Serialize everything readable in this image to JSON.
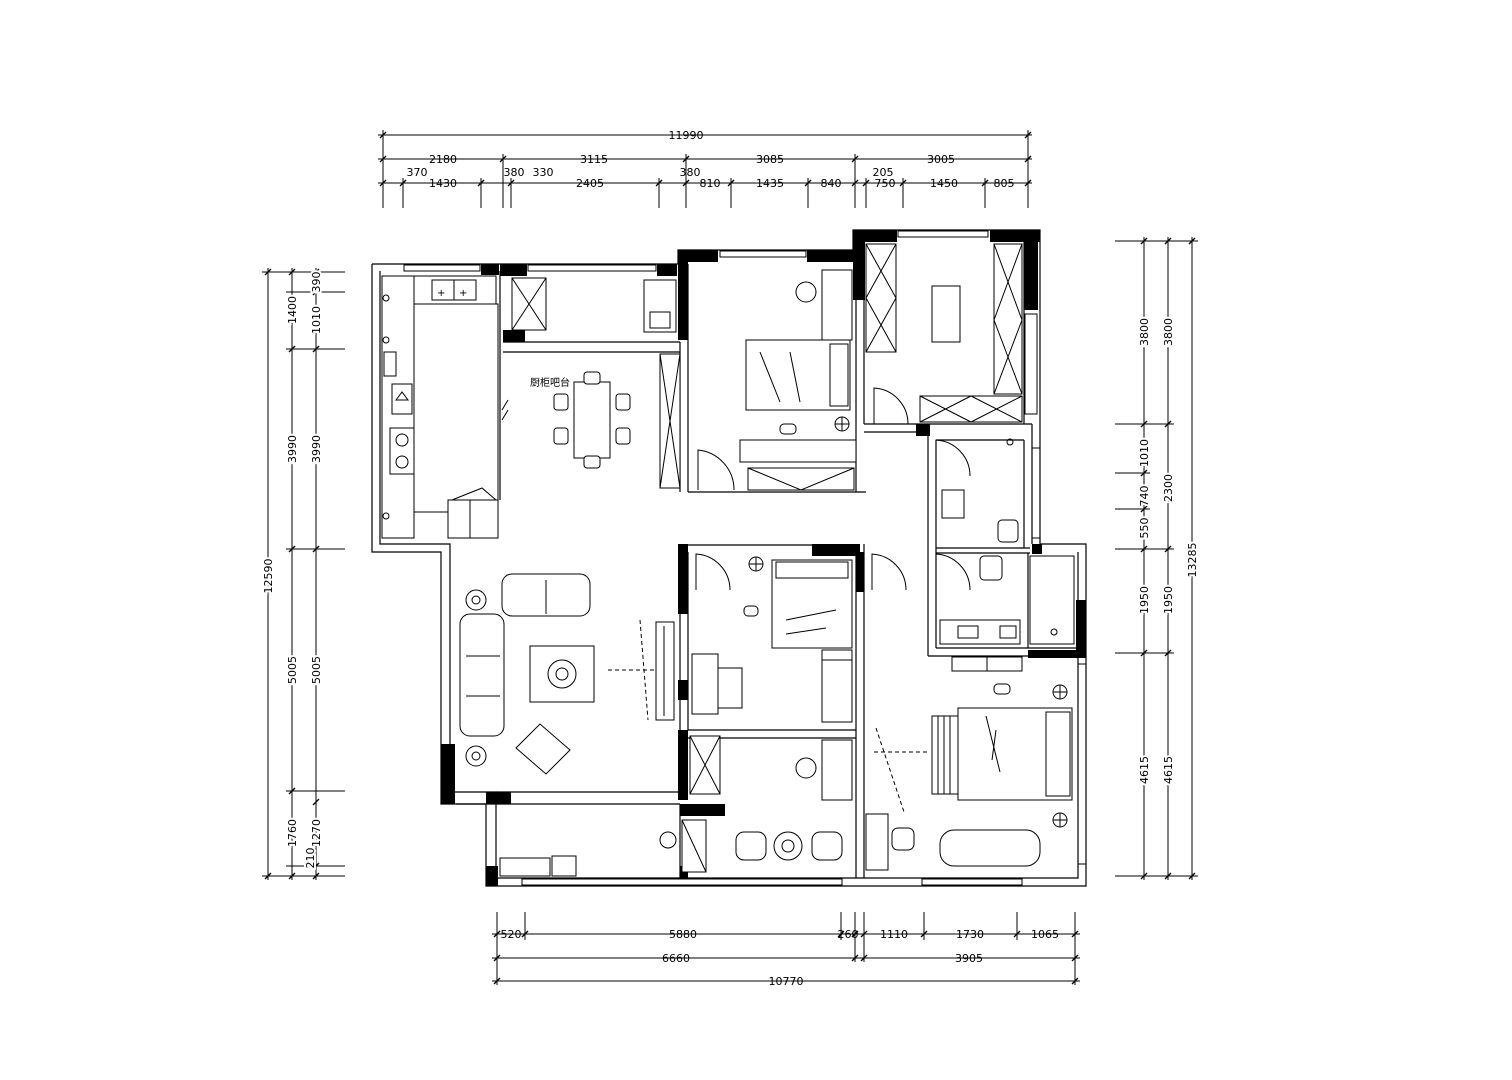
{
  "plan": {
    "room_label_dining": "厨柜吧台",
    "dims_top": {
      "overall": "11990",
      "row2": [
        "2180",
        "3115",
        "3085",
        "3005"
      ],
      "row3": [
        "370",
        "1430",
        "380",
        "330",
        "2405",
        "380",
        "810",
        "1435",
        "840",
        "205",
        "750",
        "1450",
        "805"
      ]
    },
    "dims_bottom": {
      "row1": [
        "520",
        "5880",
        "260",
        "1110",
        "1730",
        "1065"
      ],
      "row2": [
        "6660",
        "3905"
      ],
      "overall": "10770"
    },
    "dims_left": {
      "overall": "12590",
      "outer": [
        "1400",
        "3990",
        "5005",
        "1760"
      ],
      "inner": [
        "390",
        "1010",
        "3990",
        "5005",
        "1270",
        "210"
      ]
    },
    "dims_right": {
      "overall": "13285",
      "outer": [
        "3800",
        "1010",
        "740",
        "550",
        "1950",
        "4615"
      ],
      "inner": [
        "3800",
        "2300",
        "1950",
        "4615"
      ]
    }
  }
}
